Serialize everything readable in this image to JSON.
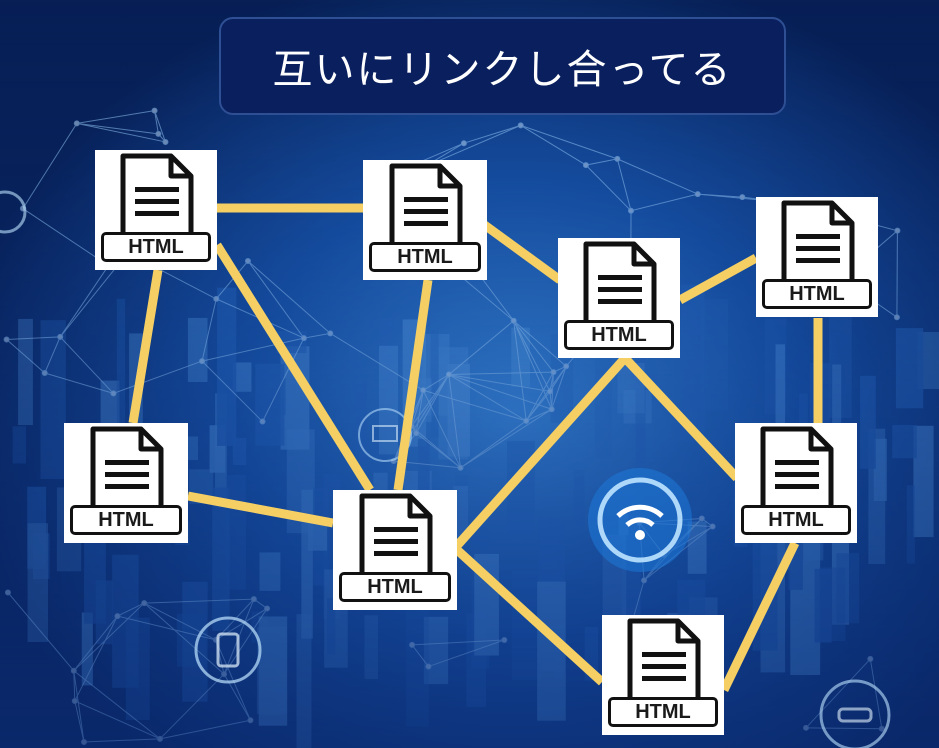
{
  "title": "互いにリンクし合ってる",
  "colors": {
    "background": "#0a2a66",
    "title_box": "#0a1f5e",
    "link": "#f5cf63",
    "network": "#9ed3ff"
  },
  "diagram": {
    "node_icon": "html-file-icon",
    "nodes": [
      {
        "id": "n1",
        "label": "HTML"
      },
      {
        "id": "n2",
        "label": "HTML"
      },
      {
        "id": "n3",
        "label": "HTML"
      },
      {
        "id": "n4",
        "label": "HTML"
      },
      {
        "id": "n5",
        "label": "HTML"
      },
      {
        "id": "n6",
        "label": "HTML"
      },
      {
        "id": "n7",
        "label": "HTML"
      },
      {
        "id": "n8",
        "label": "HTML"
      }
    ],
    "links": [
      [
        "n1",
        "n2"
      ],
      [
        "n1",
        "n5"
      ],
      [
        "n1",
        "n6"
      ],
      [
        "n2",
        "n3"
      ],
      [
        "n2",
        "n6"
      ],
      [
        "n3",
        "n4"
      ],
      [
        "n3",
        "n6"
      ],
      [
        "n3",
        "n7"
      ],
      [
        "n4",
        "n7"
      ],
      [
        "n5",
        "n6"
      ],
      [
        "n6",
        "n8"
      ],
      [
        "n7",
        "n8"
      ]
    ]
  }
}
